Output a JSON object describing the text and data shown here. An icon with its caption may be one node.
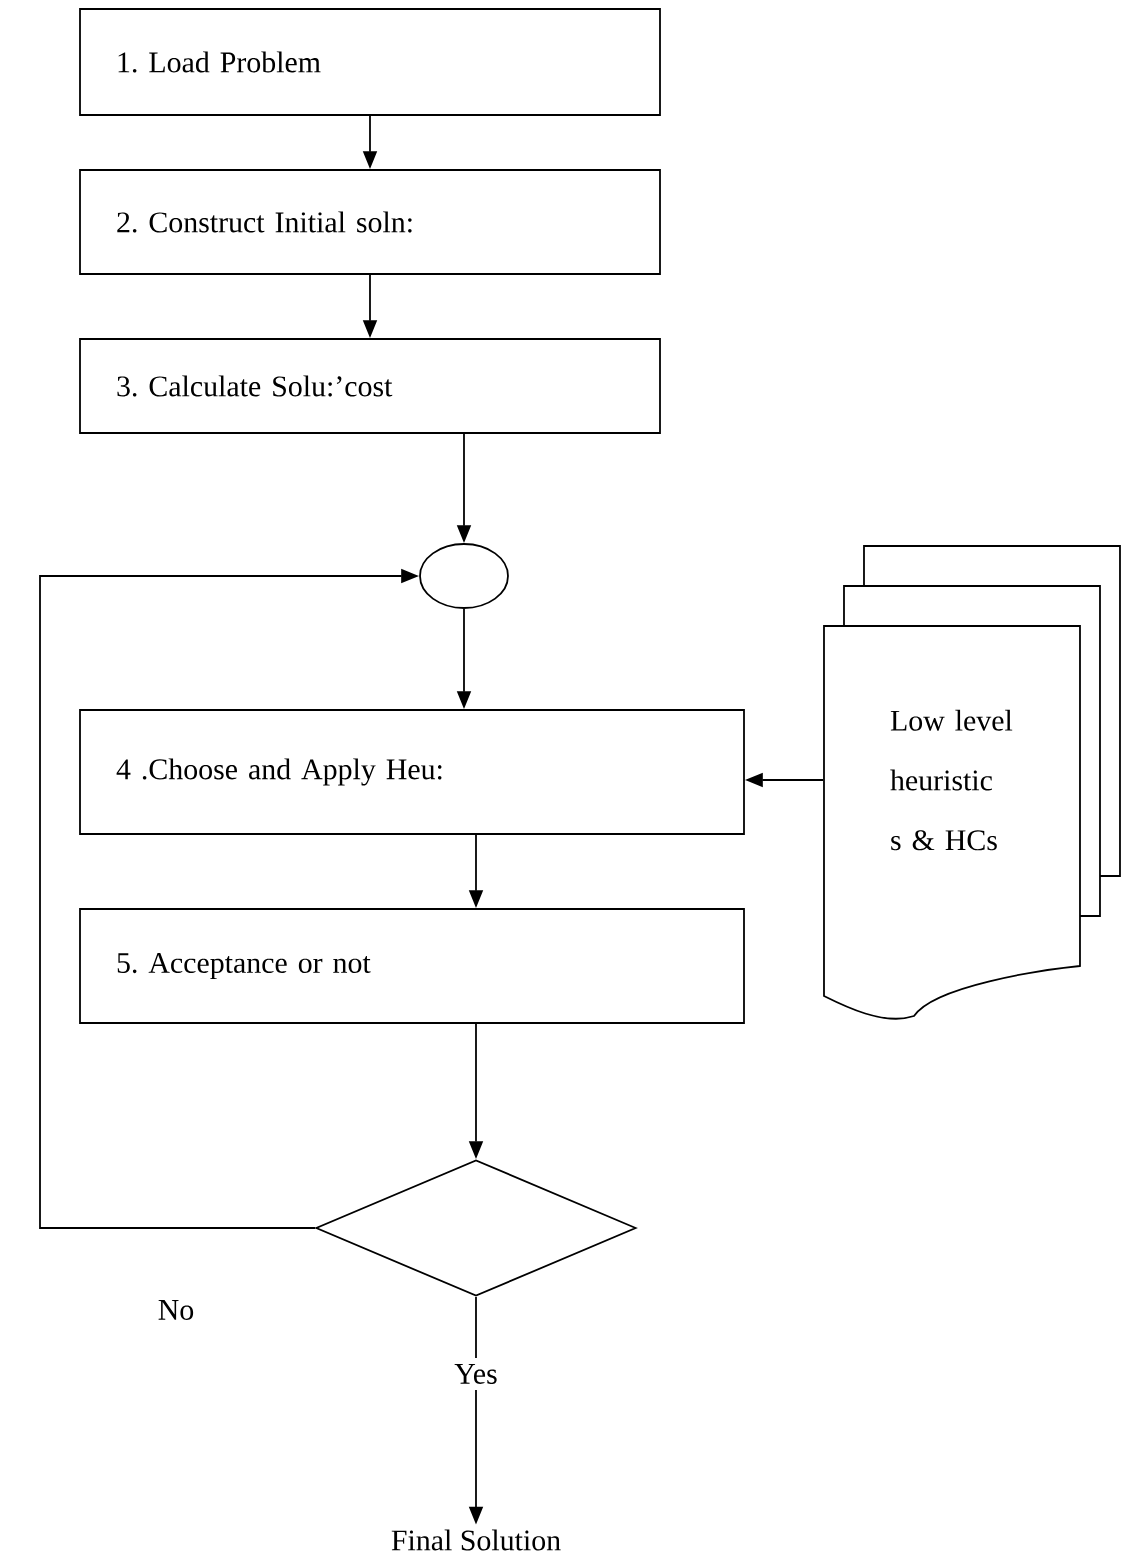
{
  "diagram": {
    "nodes": [
      {
        "text": [
          "1. Load Problem"
        ]
      },
      {
        "text": [
          "2. Construct Initial soln:"
        ]
      },
      {
        "text": [
          "3. Calculate Solu:’cost"
        ]
      },
      {
        "text": [],
        "shape": "circle"
      },
      {
        "text": [
          "4 .Choose and Apply Heu:"
        ]
      },
      {
        "text": [
          "Low level heuristic s & HCs"
        ]
      },
      {
        "text": [
          "5. Acceptance or not"
        ]
      },
      {
        "text": [],
        "shape": "diamond"
      },
      {
        "text": [
          "Final Solution"
        ]
      }
    ],
    "edges": [
      {
        "from": 0,
        "to": 1,
        "arrow": "to"
      },
      {
        "from": 1,
        "to": 2,
        "arrow": "to"
      },
      {
        "from": 2,
        "to": 3,
        "arrow": "to"
      },
      {
        "from": 3,
        "to": 4,
        "arrow": "to"
      },
      {
        "from": 5,
        "to": 4,
        "arrow": "to"
      },
      {
        "from": 4,
        "to": 6,
        "arrow": "to"
      },
      {
        "from": 6,
        "to": 7,
        "arrow": "to"
      },
      {
        "from": 7,
        "to": 3,
        "arrow": "to",
        "label": "No"
      },
      {
        "from": 7,
        "to": 8,
        "arrow": "to",
        "label": "Yes"
      }
    ]
  }
}
